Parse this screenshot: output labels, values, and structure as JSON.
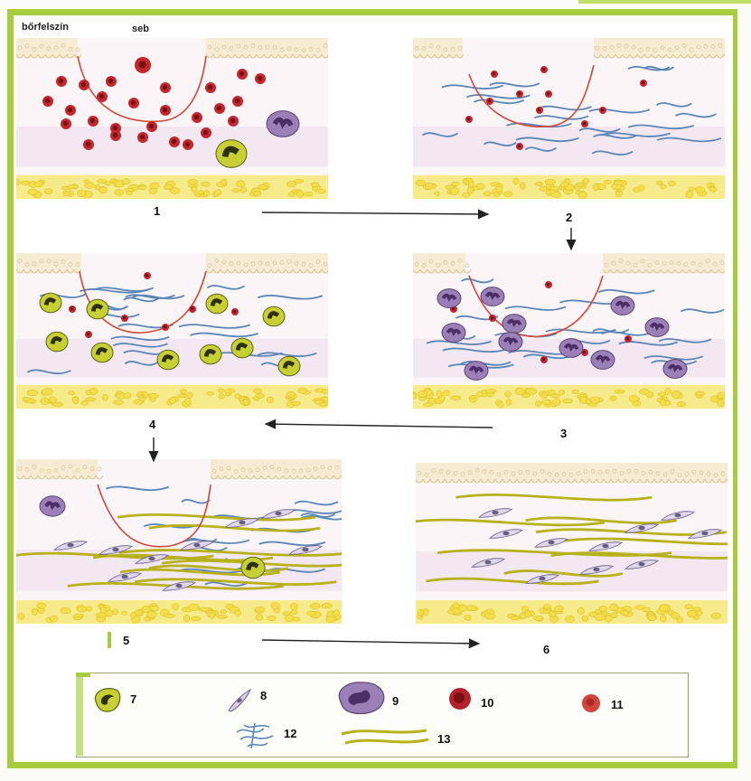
{
  "labels": {
    "skin_surface": "bőrfelszín",
    "wound": "seb"
  },
  "stages": [
    {
      "number": "1"
    },
    {
      "number": "2"
    },
    {
      "number": "3"
    },
    {
      "number": "4"
    },
    {
      "number": "6"
    }
  ],
  "legend": {
    "marker_5": "5",
    "items": [
      {
        "number": "7",
        "icon": "macrophage-cell-icon"
      },
      {
        "number": "8",
        "icon": "fibroblast-cell-icon"
      },
      {
        "number": "9",
        "icon": "neutrophil-cell-icon"
      },
      {
        "number": "10",
        "icon": "platelet-large-red-cell-icon"
      },
      {
        "number": "11",
        "icon": "red-blood-cell-icon"
      },
      {
        "number": "12",
        "icon": "thin-fibrin-fibers-icon"
      },
      {
        "number": "13",
        "icon": "collagen-fibers-icon"
      }
    ]
  },
  "colors": {
    "border": "#a9cc3f",
    "fiber_blue": "#5b86b8",
    "collagen": "#b7b21c",
    "wound_edge": "#d0473a",
    "red_cell": "#c1272d",
    "neutrophil": "#8a6ba6",
    "macrophage": "#b8c22a",
    "fat": "#f2dd4a"
  }
}
